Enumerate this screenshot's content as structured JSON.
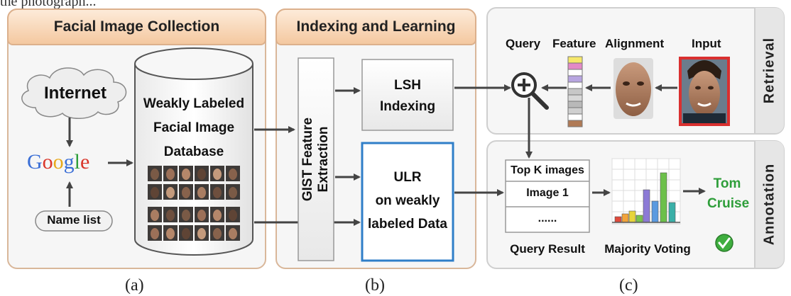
{
  "top_caption": "the photograph...",
  "panel_a": {
    "title": "Facial Image Collection",
    "cloud": "Internet",
    "search_logo": "Google",
    "name_list": "Name list",
    "database": [
      "Weakly Labeled",
      "Facial Image",
      "Database"
    ],
    "sublabel": "(a)"
  },
  "panel_b": {
    "title": "Indexing and Learning",
    "gist": [
      "GIST Feature",
      "Extraction"
    ],
    "lsh": [
      "LSH",
      "Indexing"
    ],
    "ulr": [
      "ULR",
      "on weakly",
      "labeled Data"
    ],
    "sublabel": "(b)"
  },
  "panel_c": {
    "retrieval_side": "Retrieval",
    "annotation_side": "Annotation",
    "query": "Query",
    "feature": "Feature",
    "alignment": "Alignment",
    "input": "Input",
    "result_rows": [
      "Top K images",
      "Image 1",
      "......"
    ],
    "query_result": "Query Result",
    "majority_voting": "Majority Voting",
    "answer": [
      "Tom",
      "Cruise"
    ],
    "sublabel": "(c)"
  },
  "colors": {
    "panel_head": "#f4c8a0",
    "ulr_border": "#2f7ec8",
    "input_border": "#d93030",
    "answer": "#2e9e3a",
    "arrow": "#444444"
  },
  "icons": [
    "cloud-icon",
    "database-cylinder-icon",
    "magnifier-plus-icon",
    "feature-vector-icon",
    "face-photo-icon",
    "bar-chart-icon",
    "check-circle-icon"
  ]
}
